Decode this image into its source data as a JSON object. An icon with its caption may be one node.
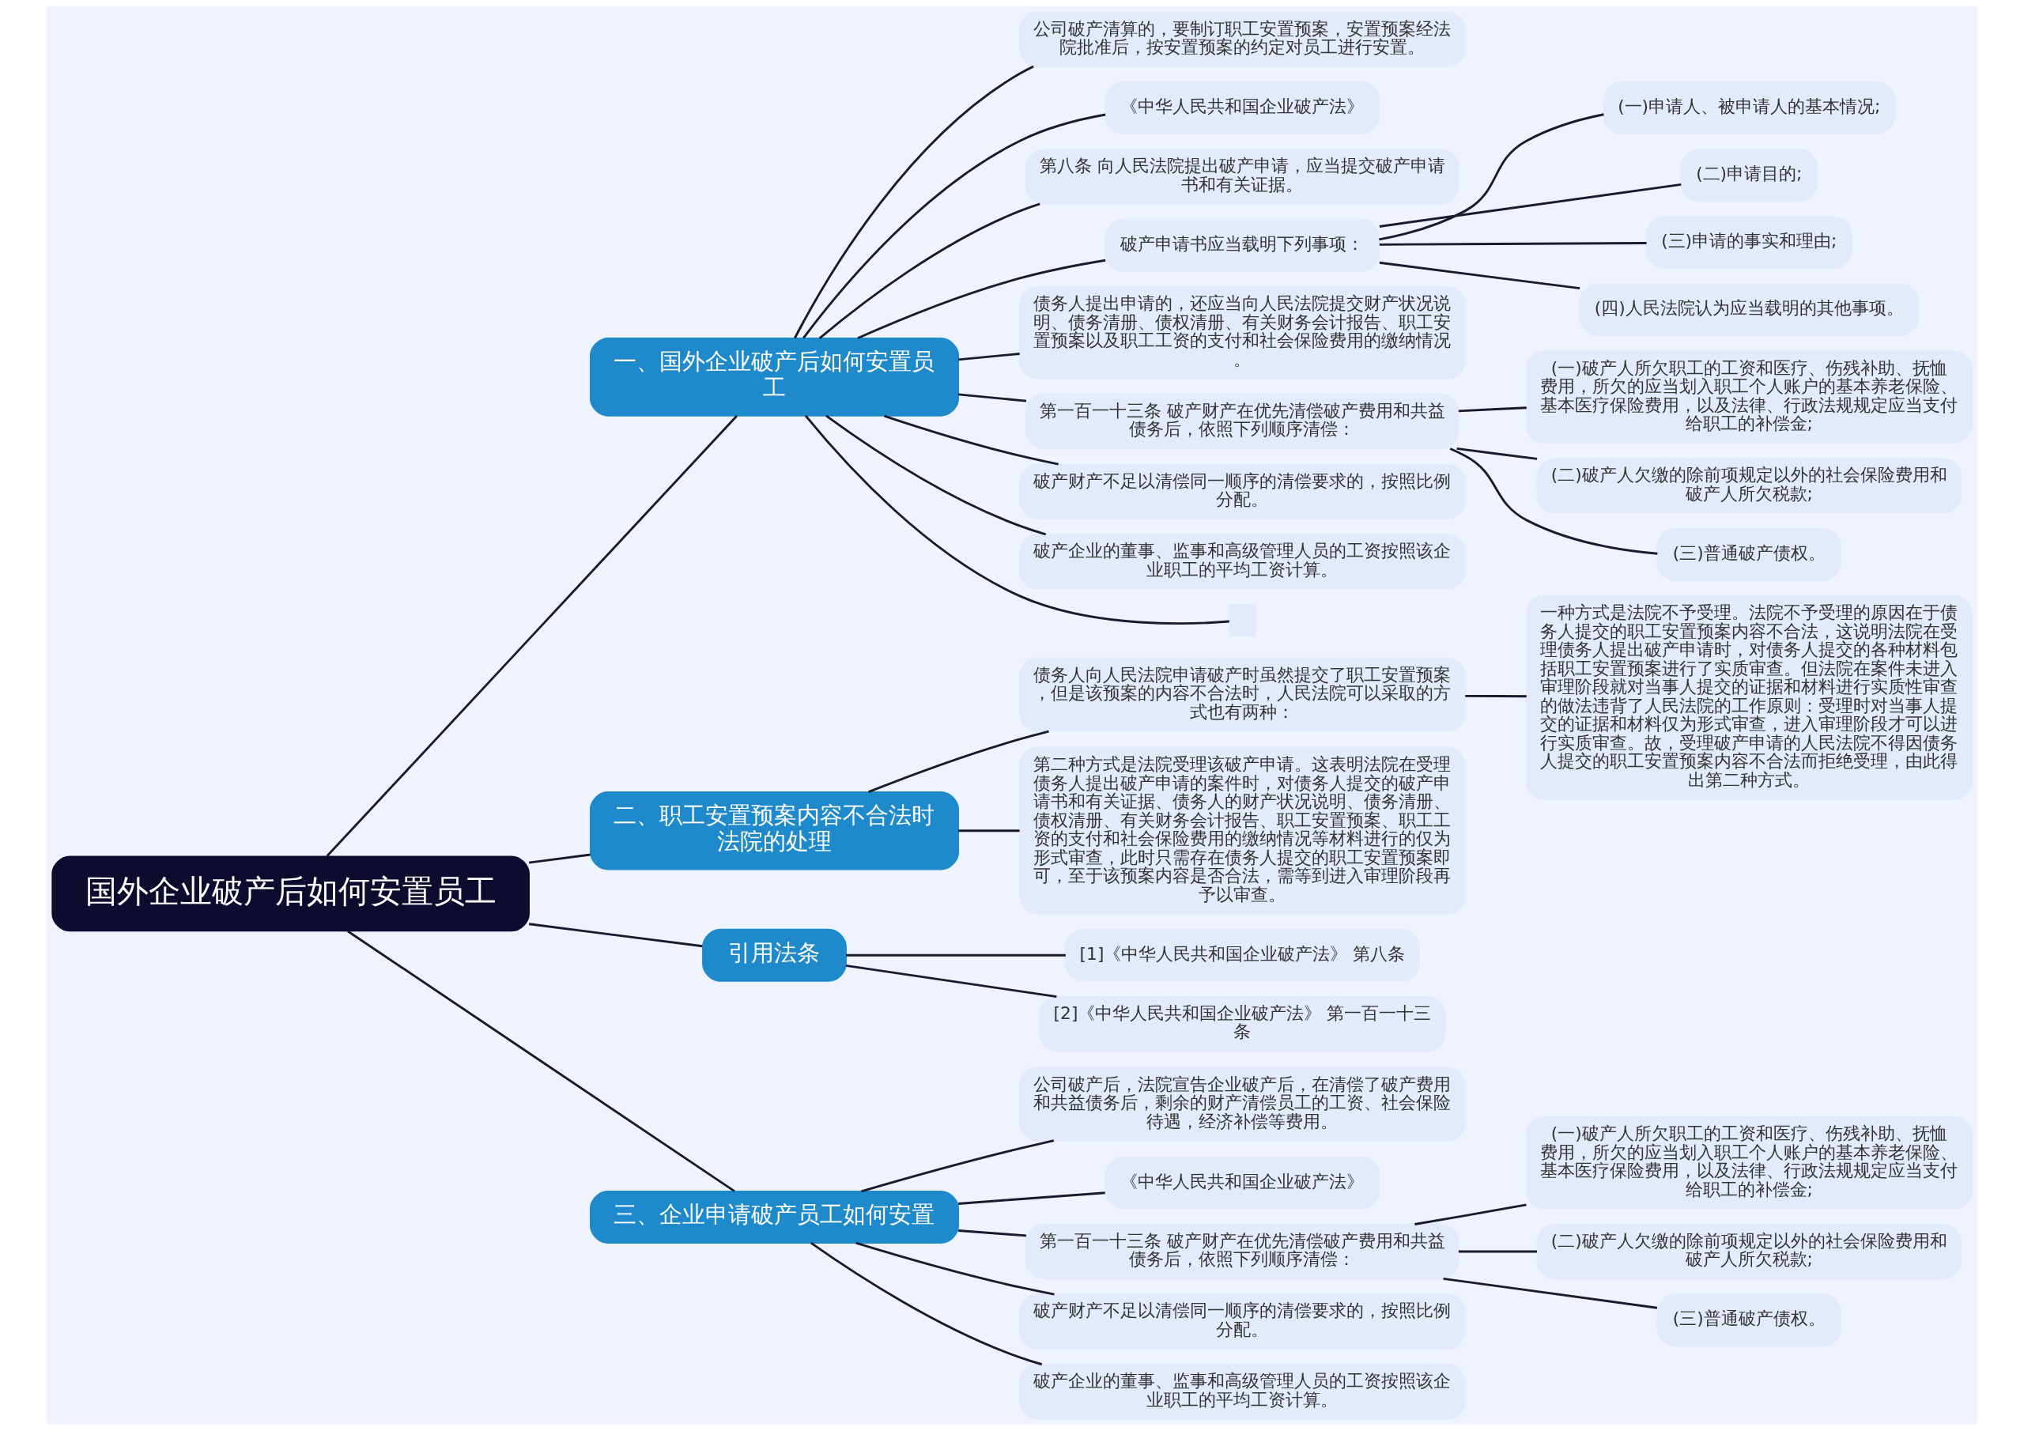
{
  "diagram": {
    "nodes": [
      {
        "text": [
          "国外企业破产后如何安置员工"
        ]
      },
      {
        "text": [
          "一、国外企业破产后如何安置员工"
        ]
      },
      {
        "text": [
          "公司破产清算的，要制订职工安置预案，安置预案经法院批准后，按安置预案的约定对员工进行安置。"
        ]
      },
      {
        "text": [
          "《中华人民共和国企业破产法》"
        ]
      },
      {
        "text": [
          "第八条 向人民法院提出破产申请，应当提交破产申请书和有关证据。"
        ]
      },
      {
        "text": [
          "破产申请书应当载明下列事项："
        ]
      },
      {
        "text": [
          "(一)申请人、被申请人的基本情况;"
        ]
      },
      {
        "text": [
          "(二)申请目的;"
        ]
      },
      {
        "text": [
          "(三)申请的事实和理由;"
        ]
      },
      {
        "text": [
          "(四)人民法院认为应当载明的其他事项。"
        ]
      },
      {
        "text": [
          "债务人提出申请的，还应当向人民法院提交财产状况说明、债务清册、债权清册、有关财务会计报告、职工安置预案以及职工工资的支付和社会保险费用的缴纳情况。"
        ]
      },
      {
        "text": [
          "第一百一十三条 破产财产在优先清偿破产费用和共益债务后，依照下列顺序清偿："
        ]
      },
      {
        "text": [
          "(一)破产人所欠职工的工资和医疗、伤残补助、抚恤费用，所欠的应当划入职工个人账户的基本养老保险、基本医疗保险费用，以及法律、行政法规规定应当支付给职工的补偿金;"
        ]
      },
      {
        "text": [
          "(二)破产人欠缴的除前项规定以外的社会保险费用和破产人所欠税款;"
        ]
      },
      {
        "text": [
          "(三)普通破产债权。"
        ]
      },
      {
        "text": [
          "破产财产不足以清偿同一顺序的清偿要求的，按照比例分配。"
        ]
      },
      {
        "text": [
          "破产企业的董事、监事和高级管理人员的工资按照该企业职工的平均工资计算。"
        ]
      },
      {
        "text": [],
        "shape": "box"
      },
      {
        "text": [
          "二、职工安置预案内容不合法时法院的处理"
        ]
      },
      {
        "text": [
          "债务人向人民法院申请破产时虽然提交了职工安置预案，但是该预案的内容不合法时，人民法院可以采取的方式也有两种："
        ]
      },
      {
        "text": [
          "一种方式是法院不予受理。法院不予受理的原因在于债务人提交的职工安置预案内容不合法，这说明法院在受理债务人提出破产申请时，对债务人提交的各种材料包括职工安置预案进行了实质审查。但法院在案件未进入审理阶段就对当事人提交的证据和材料进行实质性审查的做法违背了人民法院的工作原则：受理时对当事人提交的证据和材料仅为形式审查，进入审理阶段才可以进行实质审查。故，受理破产申请的人民法院不得因债务人提交的职工安置预案内容不合法而拒绝受理，由此得出第二种方式。"
        ]
      },
      {
        "text": [
          "第二种方式是法院受理该破产申请。这表明法院在受理债务人提出破产申请的案件时，对债务人提交的破产申请书和有关证据、债务人的财产状况说明、债务清册、债权清册、有关财务会计报告、职工安置预案、职工工资的支付和社会保险费用的缴纳情况等材料进行的仅为形式审查，此时只需存在债务人提交的职工安置预案即可，至于该预案内容是否合法，需等到进入审理阶段再予以审查。"
        ]
      },
      {
        "text": [
          "引用法条"
        ]
      },
      {
        "text": [
          "[1]《中华人民共和国企业破产法》 第八条"
        ]
      },
      {
        "text": [
          "[2]《中华人民共和国企业破产法》 第一百一十三条"
        ]
      },
      {
        "text": [
          "三、企业申请破产员工如何安置"
        ]
      },
      {
        "text": [
          "公司破产后，法院宣告企业破产后，在清偿了破产费用和共益债务后，剩余的财产清偿员工的工资、社会保险待遇，经济补偿等费用。"
        ]
      },
      {
        "text": [
          "《中华人民共和国企业破产法》"
        ]
      },
      {
        "text": [
          "第一百一十三条 破产财产在优先清偿破产费用和共益债务后，依照下列顺序清偿："
        ]
      },
      {
        "text": [
          "(一)破产人所欠职工的工资和医疗、伤残补助、抚恤费用，所欠的应当划入职工个人账户的基本养老保险、基本医疗保险费用，以及法律、行政法规规定应当支付给职工的补偿金;"
        ]
      },
      {
        "text": [
          "(二)破产人欠缴的除前项规定以外的社会保险费用和破产人所欠税款;"
        ]
      },
      {
        "text": [
          "(三)普通破产债权。"
        ]
      },
      {
        "text": [
          "破产财产不足以清偿同一顺序的清偿要求的，按照比例分配。"
        ]
      },
      {
        "text": [
          "破产企业的董事、监事和高级管理人员的工资按照该企业职工的平均工资计算。"
        ]
      }
    ],
    "edges": [
      {
        "from": 0,
        "to": 1,
        "arrow": "none"
      },
      {
        "from": 1,
        "to": 2,
        "arrow": "none"
      },
      {
        "from": 1,
        "to": 3,
        "arrow": "none"
      },
      {
        "from": 1,
        "to": 4,
        "arrow": "none"
      },
      {
        "from": 1,
        "to": 5,
        "arrow": "none"
      },
      {
        "from": 5,
        "to": 6,
        "arrow": "none"
      },
      {
        "from": 5,
        "to": 7,
        "arrow": "none"
      },
      {
        "from": 5,
        "to": 8,
        "arrow": "none"
      },
      {
        "from": 5,
        "to": 9,
        "arrow": "none"
      },
      {
        "from": 1,
        "to": 10,
        "arrow": "none"
      },
      {
        "from": 1,
        "to": 11,
        "arrow": "none"
      },
      {
        "from": 11,
        "to": 12,
        "arrow": "none"
      },
      {
        "from": 11,
        "to": 13,
        "arrow": "none"
      },
      {
        "from": 11,
        "to": 14,
        "arrow": "none"
      },
      {
        "from": 1,
        "to": 15,
        "arrow": "none"
      },
      {
        "from": 1,
        "to": 16,
        "arrow": "none"
      },
      {
        "from": 1,
        "to": 17,
        "arrow": "none"
      },
      {
        "from": 0,
        "to": 18,
        "arrow": "none"
      },
      {
        "from": 18,
        "to": 19,
        "arrow": "none"
      },
      {
        "from": 19,
        "to": 20,
        "arrow": "none"
      },
      {
        "from": 18,
        "to": 21,
        "arrow": "none"
      },
      {
        "from": 0,
        "to": 22,
        "arrow": "none"
      },
      {
        "from": 22,
        "to": 23,
        "arrow": "none"
      },
      {
        "from": 22,
        "to": 24,
        "arrow": "none"
      },
      {
        "from": 0,
        "to": 25,
        "arrow": "none"
      },
      {
        "from": 25,
        "to": 26,
        "arrow": "none"
      },
      {
        "from": 25,
        "to": 27,
        "arrow": "none"
      },
      {
        "from": 25,
        "to": 28,
        "arrow": "none"
      },
      {
        "from": 28,
        "to": 29,
        "arrow": "none"
      },
      {
        "from": 28,
        "to": 30,
        "arrow": "none"
      },
      {
        "from": 28,
        "to": 31,
        "arrow": "none"
      },
      {
        "from": 25,
        "to": 32,
        "arrow": "none"
      },
      {
        "from": 25,
        "to": 33,
        "arrow": "none"
      }
    ]
  }
}
